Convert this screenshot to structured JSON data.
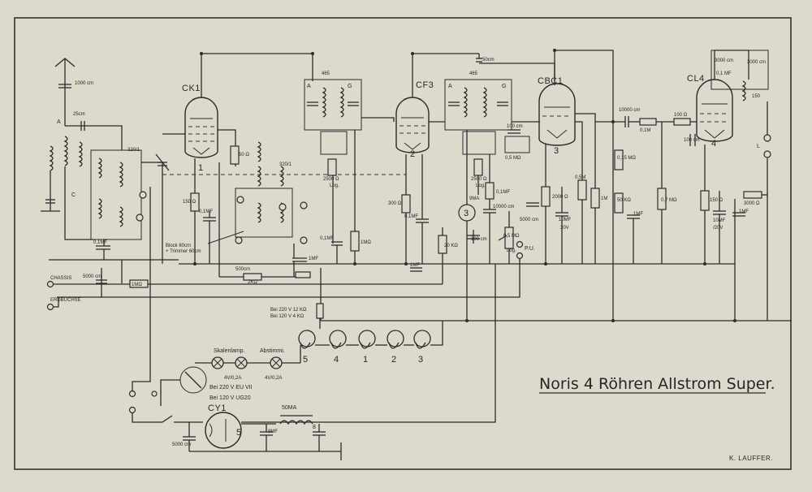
{
  "title": "Noris 4 Röhren Allstrom Super.",
  "signature": "K. LAUFFER.",
  "tubes": {
    "ck1": {
      "label": "CK1",
      "number": "1"
    },
    "cf3": {
      "label": "CF3",
      "number": "2"
    },
    "cbc1": {
      "label": "CBC1",
      "number": "3"
    },
    "cl4": {
      "label": "CL4",
      "number": "4"
    },
    "cy1": {
      "label": "CY1",
      "number": "5"
    }
  },
  "terminals": {
    "chassis": "CHASSIS",
    "erdbuchse": "ERDBUCHSE",
    "pu": "P.U.",
    "l": "L"
  },
  "filament_chain": {
    "resistor_note_1": "Bei 220 V  12 KΩ",
    "resistor_note_2": "Bei 120 V  4 KΩ",
    "lamp_label_1": "Skalenlamp.",
    "lamp_label_2": "Abstimmi.",
    "lamp_rating_1": "4V/0,2A",
    "lamp_rating_2": "4V/0,2A",
    "tube_numbers": [
      "5",
      "4",
      "1",
      "2",
      "3"
    ],
    "mains_note_1": "Bei 220 V   EU VII",
    "mains_note_2": "Bei 120 V   UG20"
  },
  "components": {
    "c_antenna": "1000 cm",
    "c_25cm": "25cm",
    "l_320": "320/1",
    "c_block": "Block 60cm",
    "c_trimmer": "+ Trimmer 60cm",
    "c_500cm_osc": "500cm",
    "r_2ka": "2KΩ",
    "c_01mf_1": "0,1MF",
    "c_5000cm_1": "5000 cm",
    "r_1mo_1": "1MΩ",
    "r_150": "150 Ω",
    "c_01mf_2": "0,1MF",
    "r_50": "50 Ω",
    "r_20ko": "20 KΩ",
    "if_465_1": "465",
    "if_465_2": "465",
    "r_2500_1": "2500 Ω",
    "r_2500_2": "2500 Ω",
    "log": "Log.",
    "c_01mf_3": "0,1MF",
    "r_1mo_2": "1MΩ",
    "r_300": "300 Ω",
    "c_01mf_4": "0,1MF",
    "c_1mf_1": "1MF",
    "r_20kohm": "20 KΩ",
    "c_50cm": "50cm",
    "meter_9ma": "9MA",
    "c_01mf_5": "0,1MF",
    "c_10000cm": "10000 cm",
    "c_100cm_1": "100 cm",
    "r_05mo_1": "0,5 MΩ",
    "c_100_2": "100 cm",
    "r_05mo_2": "0,5 MΩ",
    "c_5000cm_2": "5000 cm",
    "r_2000": "2000 Ω",
    "c_10mf_1": "10MF",
    "v_20v": "20V",
    "r_05m": "0,5M",
    "r_1m": "1M",
    "c_10000_2": "10000 cm",
    "r_01m": "0,1M",
    "r_015m": "0,15 MΩ",
    "r_50k": "50 KΩ",
    "c_1mf_2": "1MF",
    "r_07mo": "0,7 MΩ",
    "r_100": "100 Ω",
    "c_100cm_3": "100 cm",
    "r_150_2": "150 Ω",
    "c_10mf_2": "10MF",
    "v_20v_2": "/20V",
    "c_1mf_3": "1MF",
    "r_3000": "3000 Ω",
    "c_3000cm": "3000 cm",
    "c_01mf_6": "0,1 MF",
    "c_3000cm_2": "3000 cm",
    "r_150_out": "150",
    "ch_50ma": "50MA",
    "c_8mf_1": "8MF",
    "c_8mf_2": "8",
    "c_5000cm_3": "5000 cm",
    "tap_a": "A",
    "tap_c": "C",
    "tap_g": "G",
    "tap_g2": "G"
  },
  "accent_color": "#2b2b2b",
  "paper_color": "#ddd9cd"
}
